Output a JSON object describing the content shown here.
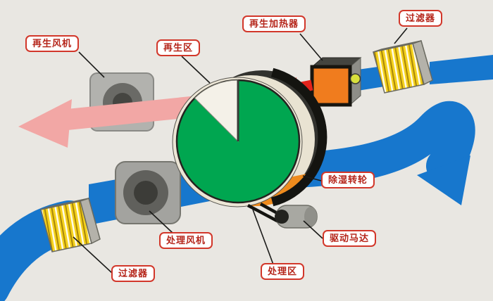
{
  "diagram": {
    "subject": "rotary desiccant dehumidifier airflow schematic",
    "labels": [
      {
        "id": "regeneration-fan",
        "text": "再生风机"
      },
      {
        "id": "regeneration-zone",
        "text": "再生区"
      },
      {
        "id": "regeneration-heater",
        "text": "再生加热器"
      },
      {
        "id": "filter-top",
        "text": "过滤器"
      },
      {
        "id": "dehumidification-wheel",
        "text": "除湿转轮"
      },
      {
        "id": "drive-motor",
        "text": "驱动马达"
      },
      {
        "id": "processing-zone",
        "text": "处理区"
      },
      {
        "id": "processing-fan",
        "text": "处理风机"
      },
      {
        "id": "filter-bottom",
        "text": "过滤器"
      }
    ],
    "colors": {
      "background": "#e9e7e2",
      "process_air_blue": "#1777cd",
      "regeneration_exhaust_pink": "#f2a7a5",
      "hot_air_red": "#e3231c",
      "wheel_green": "#00a650",
      "desiccant_orange": "#ef8b1d",
      "filter_yellow": "#f5d21d",
      "label_border_red": "#d2372a",
      "label_text_red": "#b5251a",
      "metal_gray": "#a3a39f"
    }
  }
}
